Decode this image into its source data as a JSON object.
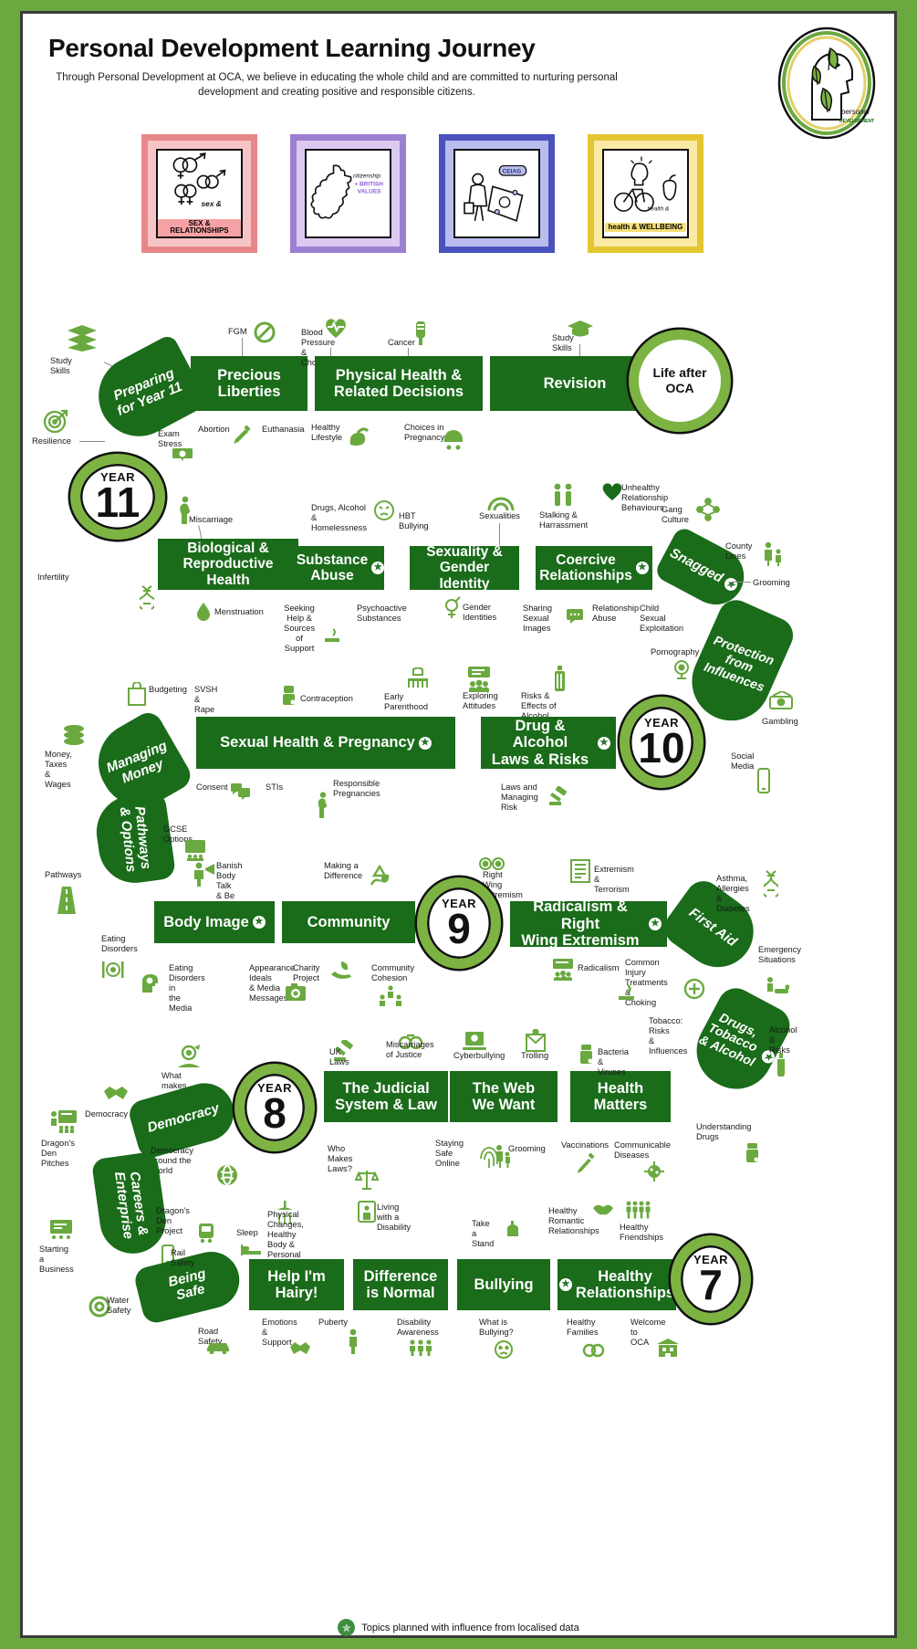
{
  "header": {
    "title": "Personal Development Learning Journey",
    "subtitle": "Through Personal Development at OCA, we believe in educating the whole child and are committed to nurturing personal development and creating positive and responsible citizens.",
    "logo_text_1": "personal",
    "logo_text_2": "DEVELOPMENT",
    "logo_icon": "head-with-leaves-icon"
  },
  "frames": [
    {
      "label": "SEX & RELATIONSHIPS",
      "icon": "gender-symbols-icon",
      "border": "#e8868a",
      "mat": "#f6c4c6",
      "label_bg": "#f6a2a5"
    },
    {
      "label": "citizenship + BRITISH VALUES",
      "icon": "uk-map-icon",
      "border": "#9d7fd1",
      "mat": "#dcc9f2",
      "label_bg": "#d9b8f5"
    },
    {
      "label": "CEIAG",
      "icon": "person-with-money-icon",
      "border": "#4a52bb",
      "mat": "#b9bdee",
      "label_bg": "#b9bdee"
    },
    {
      "label": "health & WELLBEING",
      "icon": "bicycle-apple-icon",
      "border": "#e3c531",
      "mat": "#faeaa3",
      "label_bg": "#f7df78"
    }
  ],
  "colors": {
    "band": "#1a6b1a",
    "accent": "#6aa93f",
    "ring": "#7cb342",
    "page_bg": "#6aa93f"
  },
  "footer": {
    "note": "Topics planned with influence from localised data",
    "icon": "star-badge-icon"
  },
  "years": [
    {
      "id": "year11",
      "label": "YEAR",
      "number": "11"
    },
    {
      "id": "year10",
      "label": "YEAR",
      "number": "10"
    },
    {
      "id": "year9",
      "label": "YEAR",
      "number": "9"
    },
    {
      "id": "year8",
      "label": "YEAR",
      "number": "8"
    },
    {
      "id": "year7",
      "label": "YEAR",
      "number": "7"
    }
  ],
  "end_node": {
    "line1": "Life after",
    "line2": "OCA"
  },
  "topics": {
    "preparing_for_year_11": "Preparing\nfor Year 11",
    "precious_liberties": "Precious\nLiberties",
    "physical_health": "Physical Health &\nRelated Decisions",
    "revision": "Revision",
    "biological_reproductive": "Biological &\nReproductive Health",
    "substance_abuse": "Substance\nAbuse",
    "sexuality_gender": "Sexuality &\nGender Identity",
    "coercive_relationships": "Coercive\nRelationships",
    "snagged": "Snagged",
    "protection_from_influences": "Protection from\nInfluences",
    "managing_money": "Managing\nMoney",
    "sexual_health_pregnancy": "Sexual Health & Pregnancy",
    "drug_alcohol_laws": "Drug & Alcohol\nLaws & Risks",
    "pathways_options": "Pathways\n& Options",
    "body_image": "Body Image",
    "community": "Community",
    "radicalism": "Radicalism & Right\nWing Extremism",
    "first_aid": "First Aid",
    "drugs_tobacco_alcohol": "Drugs, Tobacco\n& Alcohol",
    "democracy": "Democracy",
    "judicial_system": "The Judicial\nSystem & Law",
    "the_web_we_want": "The Web\nWe Want",
    "health_matters": "Health\nMatters",
    "careers_enterprise": "Careers &\nEnterprise",
    "being_safe": "Being\nSafe",
    "help_im_hairy": "Help I'm\nHairy!",
    "difference_is_normal": "Difference\nis Normal",
    "bullying": "Bullying",
    "healthy_relationships": "Healthy\nRelationships"
  },
  "notes": {
    "study_skills_a": "Study Skills",
    "resilience": "Resilience",
    "exam_stress": "Exam\nStress",
    "fgm": "FGM",
    "abortion": "Abortion",
    "euthanasia": "Euthanasia",
    "blood_pressure": "Blood Pressure\n& Cholesterol",
    "cancer": "Cancer",
    "healthy_lifestyle": "Healthy\nLifestyle",
    "choices_pregnancy": "Choices in\nPregnancy",
    "study_skills_b": "Study Skills",
    "miscarriage": "Miscarriage",
    "infertility": "Infertility",
    "menstruation": "Menstruation",
    "drugs_alcohol_homelessness": "Drugs, Alcohol &\nHomelessness",
    "seeking_help": "Seeking Help &\nSources of\nSupport",
    "psychoactive": "Psychoactive\nSubstances",
    "hbt_bullying": "HBT Bullying",
    "sexualities": "Sexualities",
    "gender_identities": "Gender\nIdentities",
    "stalking": "Stalking &\nHarrassment",
    "unhealthy_relationship": "Unhealthy\nRelationship\nBehaviours",
    "sharing_sexual_images": "Sharing Sexual\nImages",
    "relationship_abuse": "Relationship\nAbuse",
    "child_sexual_exploitation": "Child Sexual\nExploitation",
    "gang_culture": "Gang\nCulture",
    "county_lines": "County\nLines",
    "grooming_11": "Grooming",
    "pornography": "Pornography",
    "gambling": "Gambling",
    "social_media": "Social\nMedia",
    "budgeting": "Budgeting",
    "money_taxes_wages": "Money, Taxes\n& Wages",
    "svsh_rape": "SVSH & Rape",
    "contraception": "Contraception",
    "early_parenthood": "Early Parenthood",
    "consent": "Consent",
    "stis": "STIs",
    "responsible_pregnancies": "Responsible\nPregnancies",
    "exploring_attitudes": "Exploring\nAttitudes",
    "risks_effects_alcohol": "Risks & Effects of Alcohol,\nVaping & Cannabis",
    "laws_managing_risk": "Laws and\nManaging Risk",
    "gcse_options": "GCSE Options",
    "pathways": "Pathways",
    "banish_body_talk": "Banish Body Talk\n& Be the Change!",
    "eating_disorders": "Eating\nDisorders",
    "eating_disorders_media": "Eating\nDisorders in\nthe Media",
    "appearance_ideals": "Appearance Ideals\n& Media Messages",
    "making_a_difference": "Making a\nDifference",
    "charity_project": "Charity\nProject",
    "community_cohesion": "Community\nCohesion",
    "right_wing_extremism": "Right Wing\nExtremism",
    "extremism_terrorism": "Extremism &\nTerrorism",
    "radicalism_note": "Radicalism",
    "asthma_allergies": "Asthma,\nAllergies &\nDiabetes",
    "emergency_situations": "Emergency\nSituations",
    "common_injury": "Common Injury\nTreatments &\nChoking",
    "tobacco_risks": "Tobacco: Risks\n& Influences",
    "alcohol_risks": "Alcohol\n& Risks",
    "understanding_drugs": "Understanding\nDrugs",
    "what_makes_good_leader": "What makes a\nGood Leader?",
    "democracy_note": "Democracy",
    "democracy_around_world": "Democracy\naround the\nWorld",
    "uk_laws": "UK Laws",
    "miscarriages_justice": "Miscarriages\nof Justice",
    "who_makes_laws": "Who Makes\nLaws?",
    "cyberbullying": "Cyberbullying",
    "trolling": "Trolling",
    "staying_safe_online": "Staying\nSafe Online",
    "grooming_8": "Grooming",
    "bacteria_viruses": "Bacteria &\nViruses",
    "vaccinations": "Vaccinations",
    "communicable_diseases": "Communicable\nDiseases",
    "dragons_den_pitches": "Dragon's\nDen\nPitches",
    "dragons_den_project": "Dragon's\nDen\nProject",
    "starting_business": "Starting a\nBusiness",
    "rail_safety": "Rail Safety",
    "water_safety": "Water\nSafety",
    "road_safety": "Road Safety",
    "sleep": "Sleep",
    "physical_changes": "Physical Changes,\nHealthy Body &\nPersonal Hygiene",
    "emotions_support": "Emotions\n& Support",
    "puberty": "Puberty",
    "living_with_disability": "Living with a\nDisability",
    "disability_awareness": "Disability\nAwareness",
    "take_a_stand": "Take a\nStand",
    "what_is_bullying": "What is\nBullying?",
    "healthy_romantic": "Healthy\nRomantic\nRelationships",
    "healthy_friendships": "Healthy\nFriendships",
    "healthy_families": "Healthy\nFamilies",
    "welcome_to_oca": "Welcome to\nOCA"
  }
}
